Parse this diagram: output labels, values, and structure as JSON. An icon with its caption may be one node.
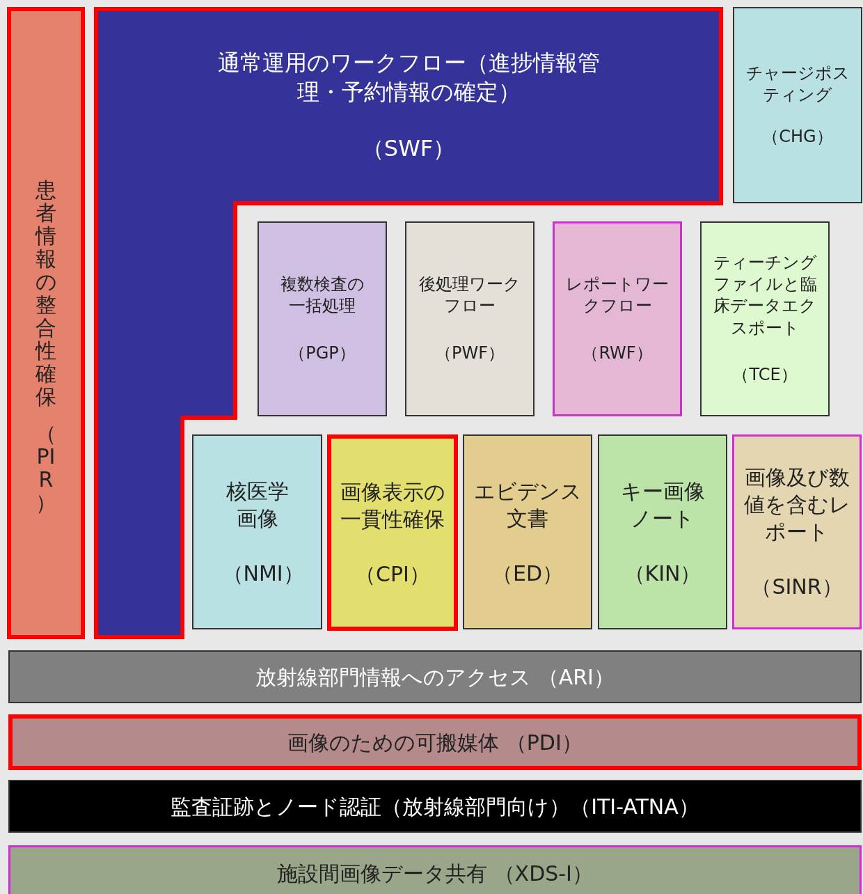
{
  "diagram": {
    "nodes": [
      {
        "text": [
          "患者情報の整合性確保",
          "（PIR）"
        ]
      },
      {
        "text": [
          "通常運用のワークフロー（進捗情報管理・予約情報の確定）",
          "（SWF）"
        ]
      },
      {
        "text": [
          "チャージポスティング",
          "（CHG）"
        ]
      },
      {
        "text": [
          "複数検査の一括処理",
          "（PGP）"
        ]
      },
      {
        "text": [
          "後処理ワークフロー",
          "（PWF）"
        ]
      },
      {
        "text": [
          "レポートワークフロー",
          "（RWF）"
        ]
      },
      {
        "text": [
          "ティーチングファイルと臨床データエクスポート",
          "（TCE）"
        ]
      },
      {
        "text": [
          "核医学画像",
          "（NMI）"
        ]
      },
      {
        "text": [
          "画像表示の一貫性確保",
          "（CPI）"
        ]
      },
      {
        "text": [
          "エビデンス文書",
          "（ED）"
        ]
      },
      {
        "text": [
          "キー画像ノート",
          "（KIN）"
        ]
      },
      {
        "text": [
          "画像及び数値を含むレポート",
          "（SINR）"
        ]
      },
      {
        "text": [
          "放射線部門情報へのアクセス （ARI）"
        ]
      },
      {
        "text": [
          "画像のための可搬媒体 （PDI）"
        ]
      },
      {
        "text": [
          "監査証跡とノード認証（放射線部門向け）（ITI-ATNA）"
        ]
      },
      {
        "text": [
          "施設間画像データ共有 （XDS-I）"
        ]
      }
    ]
  }
}
